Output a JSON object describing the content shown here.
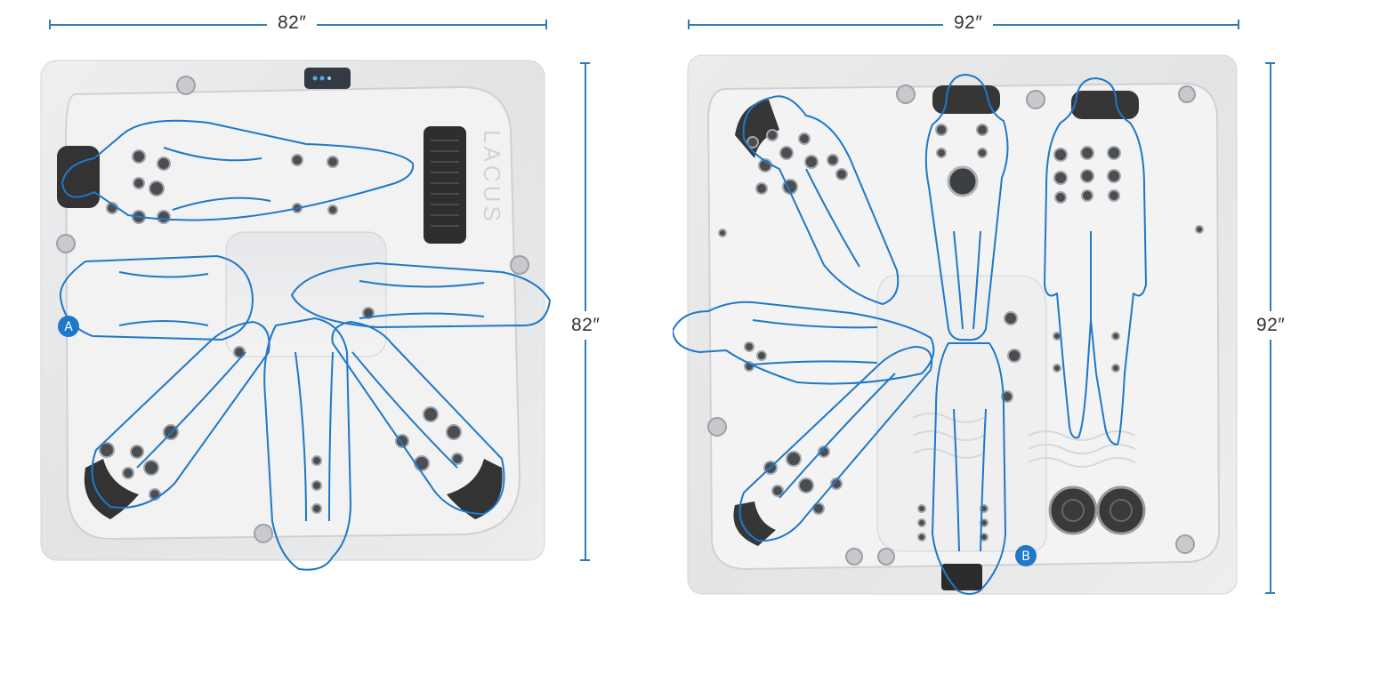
{
  "tubs": [
    {
      "id": "A",
      "marker": "A",
      "width_label": "82″",
      "depth_label": "82″",
      "brand": "LACUS"
    },
    {
      "id": "B",
      "marker": "B",
      "width_label": "92″",
      "depth_label": "92″"
    }
  ],
  "colors": {
    "outline": "#1f78c8",
    "dimension_line": "#2d7cb6",
    "shell": "#e9eaeb",
    "seat": "#f4f4f4",
    "pillow": "#3a3a3a",
    "marker": "#1f78c8"
  }
}
